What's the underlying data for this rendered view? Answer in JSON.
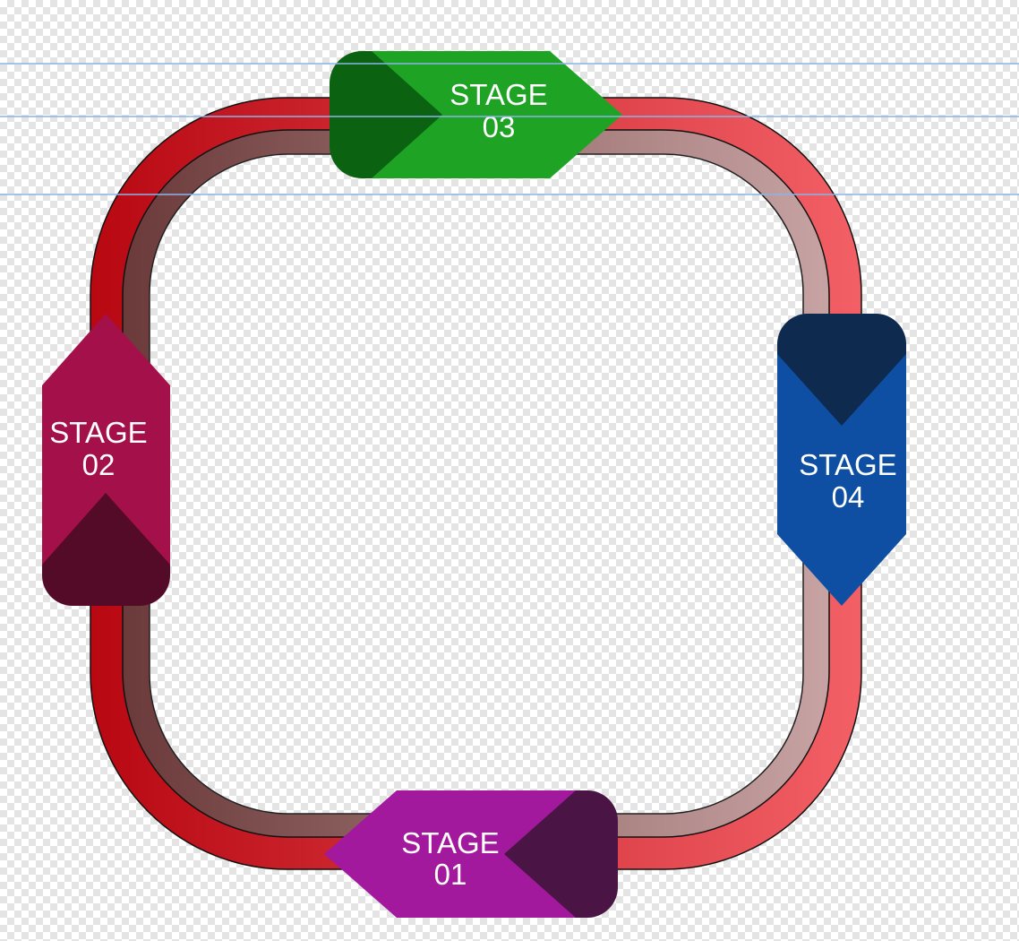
{
  "stages": [
    {
      "title": "STAGE",
      "number": "01",
      "color": "#a3199e",
      "shadow": "#4a1545"
    },
    {
      "title": "STAGE",
      "number": "02",
      "color": "#a3104a",
      "shadow": "#540b28"
    },
    {
      "title": "STAGE",
      "number": "03",
      "color": "#1ea324",
      "shadow": "#0b6312"
    },
    {
      "title": "STAGE",
      "number": "04",
      "color": "#0f4fa3",
      "shadow": "#0e2a4e"
    }
  ],
  "ring_colors": {
    "outer_left": "#b80812",
    "outer_right": "#f26066",
    "inner_left": "#6b3a3a",
    "inner_right": "#c7a3a3"
  }
}
